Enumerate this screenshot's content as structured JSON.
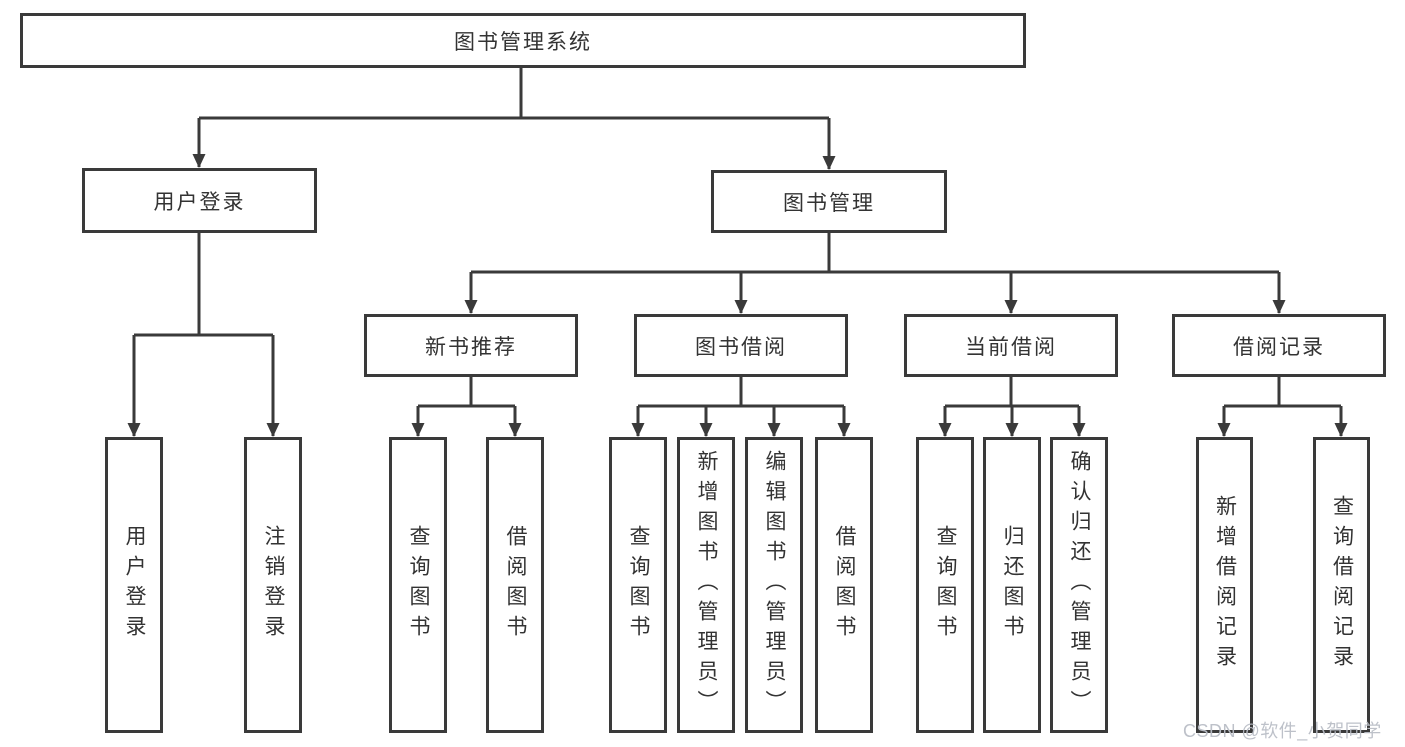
{
  "tree": {
    "root": "图书管理系统",
    "branches": [
      {
        "label": "用户登录",
        "children": [
          "用户登录",
          "注销登录"
        ]
      },
      {
        "label": "图书管理",
        "modules": [
          {
            "label": "新书推荐",
            "children": [
              "查询图书",
              "借阅图书"
            ]
          },
          {
            "label": "图书借阅",
            "children": [
              "查询图书",
              "新增图书（管理员）",
              "编辑图书（管理员）",
              "借阅图书"
            ]
          },
          {
            "label": "当前借阅",
            "children": [
              "查询图书",
              "归还图书",
              "确认归还（管理员）"
            ]
          },
          {
            "label": "借阅记录",
            "children": [
              "新增借阅记录",
              "查询借阅记录"
            ]
          }
        ]
      }
    ]
  },
  "colors": {
    "line": "#3a3a3a",
    "text": "#333333",
    "watermark": "#b9bec6"
  },
  "watermark": "CSDN @软件_小贺同学"
}
